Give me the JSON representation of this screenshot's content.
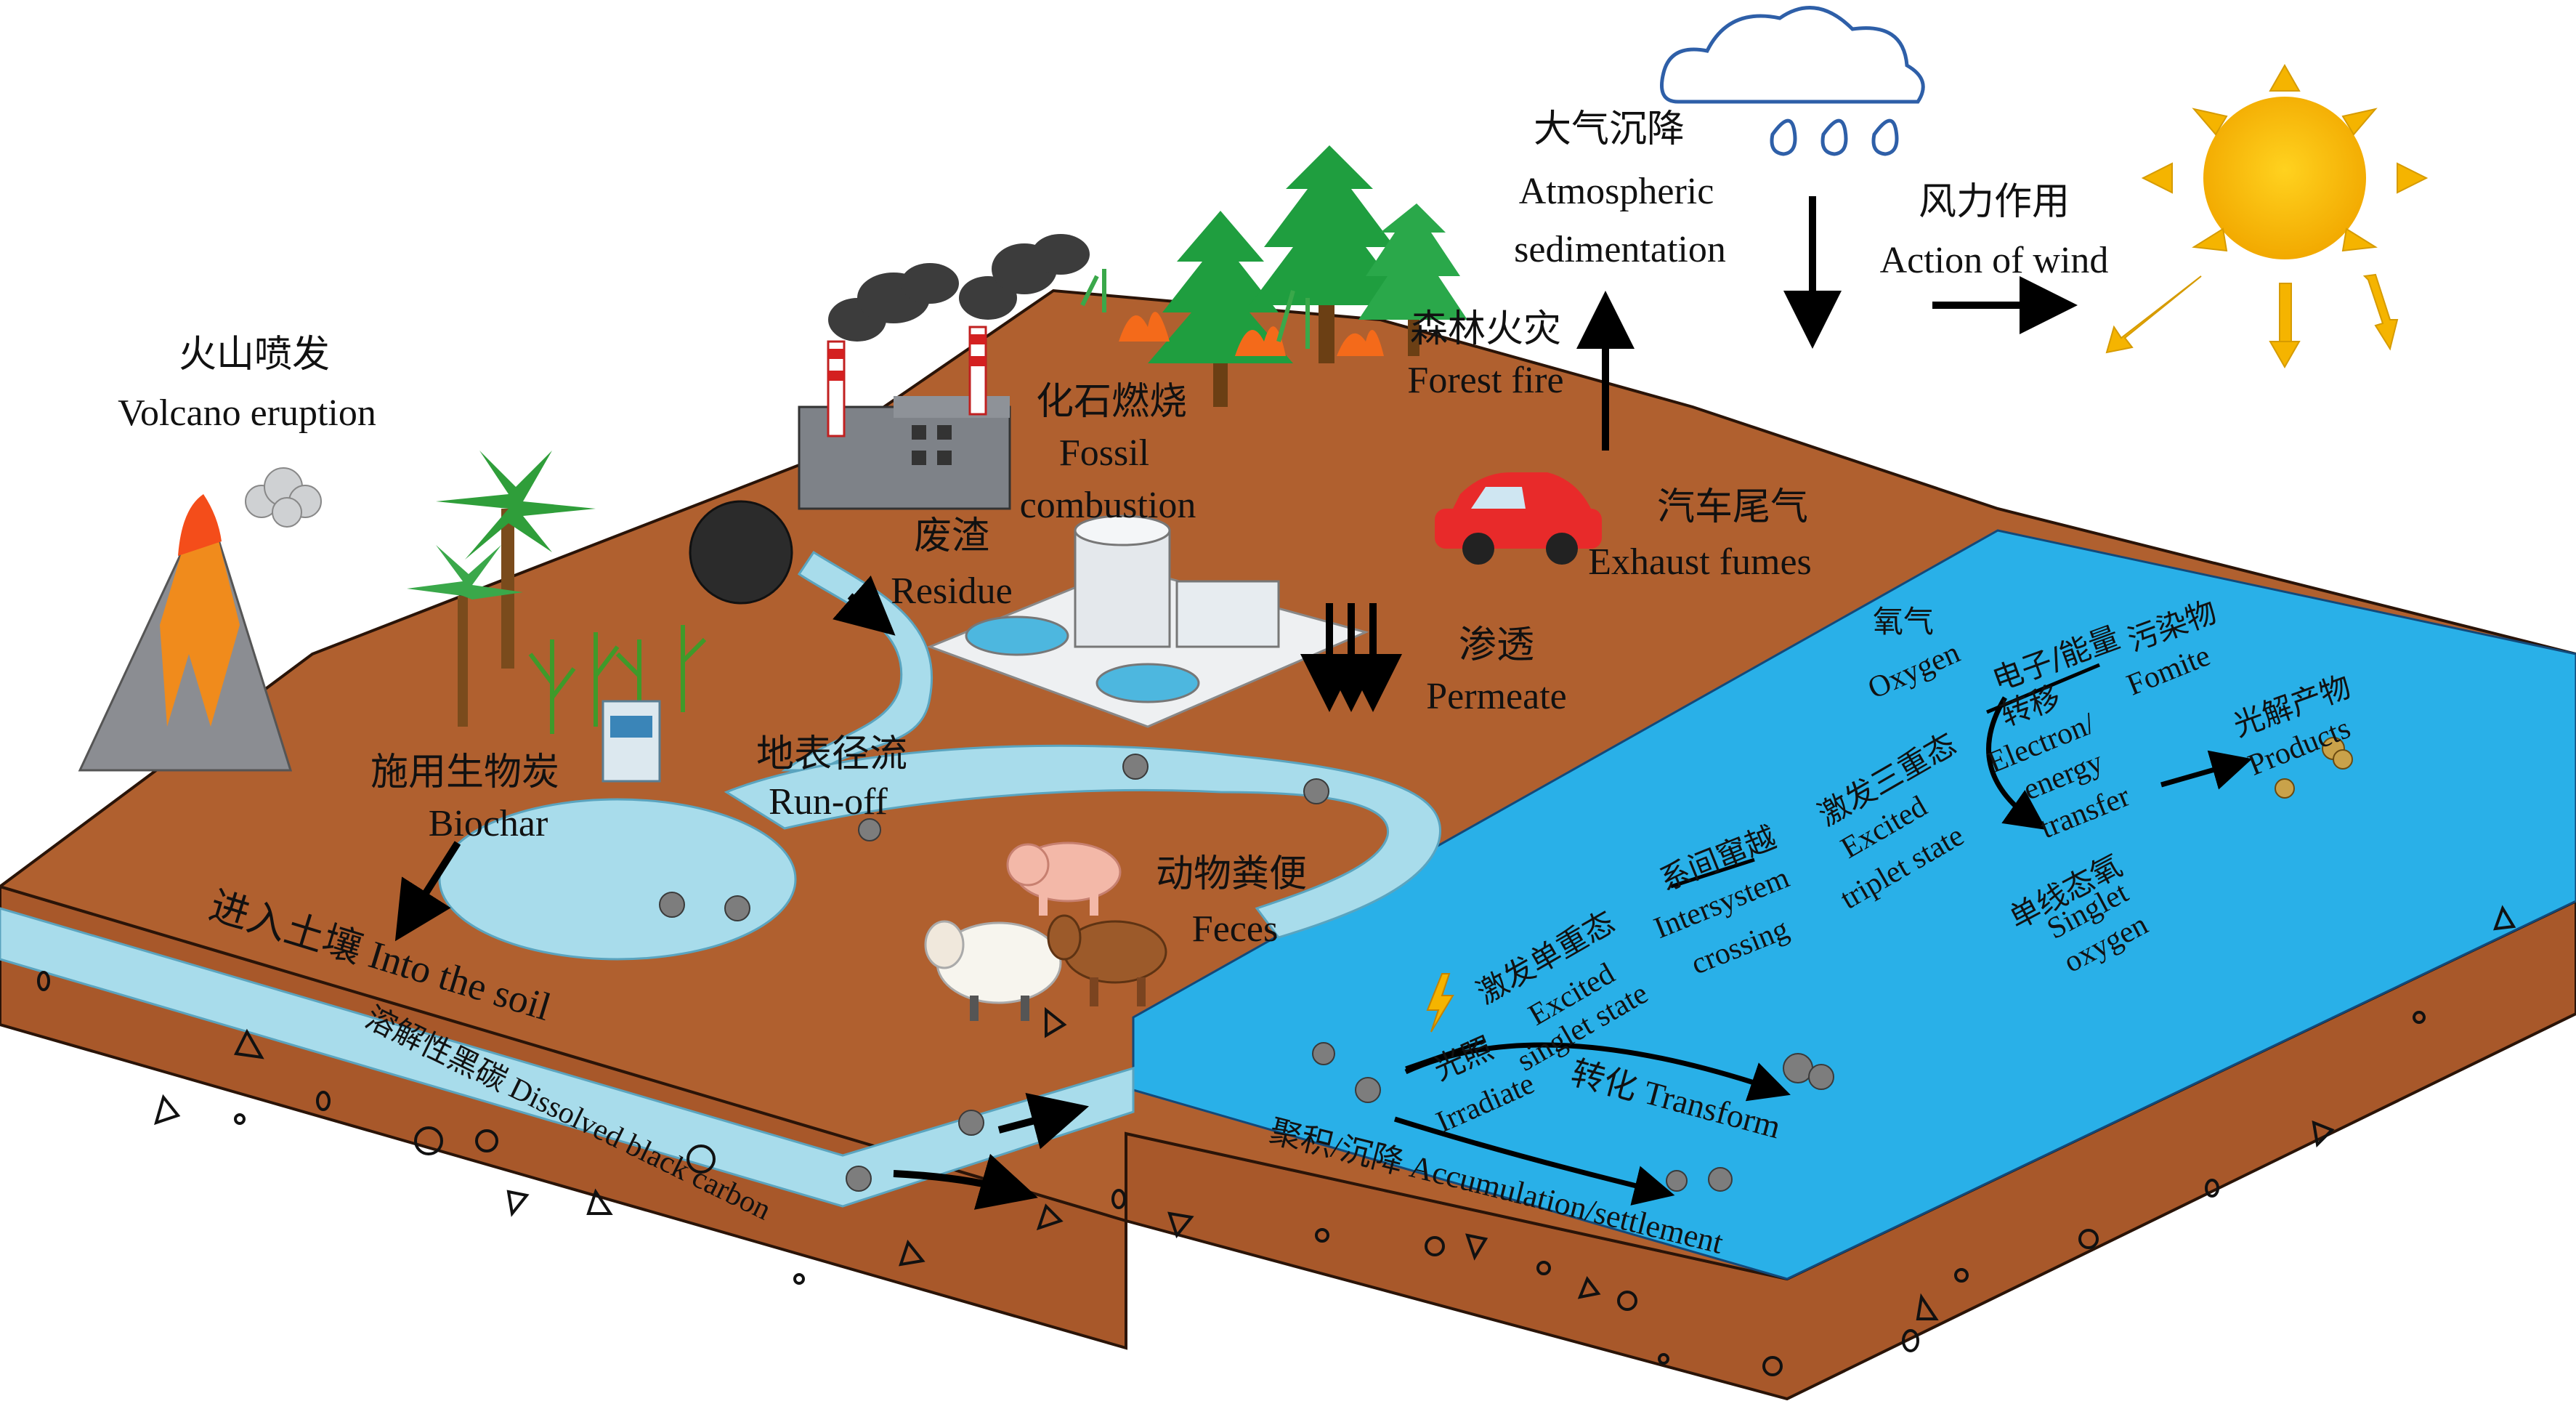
{
  "labels": {
    "volcano_cn": "火山喷发",
    "volcano_en": "Volcano eruption",
    "fossil_cn": "化石燃烧",
    "fossil_en1": "Fossil",
    "fossil_en2": "combustion",
    "residue_cn": "废渣",
    "residue_en": "Residue",
    "forest_cn": "森林火灾",
    "forest_en": "Forest fire",
    "atmo_cn": "大气沉降",
    "atmo_en1": "Atmospheric",
    "atmo_en2": "sedimentation",
    "wind_cn": "风力作用",
    "wind_en": "Action of wind",
    "exhaust_cn": "汽车尾气",
    "exhaust_en": "Exhaust fumes",
    "permeate_cn": "渗透",
    "permeate_en": "Permeate",
    "runoff_cn": "地表径流",
    "runoff_en": "Run-off",
    "biochar_cn": "施用生物炭",
    "biochar_en": "Biochar",
    "feces_cn": "动物粪便",
    "feces_en": "Feces",
    "intosoil": "进入土壤 Into the soil",
    "dbc": "溶解性黑碳 Dissolved black carbon",
    "oxygen_cn": "氧气",
    "oxygen_en": "Oxygen",
    "et_cn1": "电子/能量",
    "et_cn2": "转移",
    "et_en1": "Electron/",
    "et_en2": "energy",
    "et_en3": "transfer",
    "fomite_cn": "污染物",
    "fomite_en": "Fomite",
    "products_cn": "光解产物",
    "products_en": "Products",
    "excited_triplet_cn": "激发三重态",
    "excited_triplet_en1": "Excited",
    "excited_triplet_en2": "triplet state",
    "isc_cn": "系间窜越",
    "isc_en1": "Intersystem",
    "isc_en2": "crossing",
    "excited_singlet_cn": "激发单重态",
    "excited_singlet_en1": "Excited",
    "excited_singlet_en2": "singlet state",
    "singlet_oxygen_cn": "单线态氧",
    "singlet_oxygen_en1": "Singlet",
    "singlet_oxygen_en2": "oxygen",
    "irradiate_cn": "光照",
    "irradiate_en": "Irradiate",
    "transform": "转化 Transform",
    "accum": "聚积/沉降 Accumulation/settlement"
  },
  "colors": {
    "soil_top": "#b0602f",
    "soil_side": "#a8582a",
    "water": "#29b0e8",
    "stream": "#a8dceb",
    "sun": "#f5b400",
    "cloud_stroke": "#2e5fa8",
    "tree": "#1f9e3f"
  }
}
